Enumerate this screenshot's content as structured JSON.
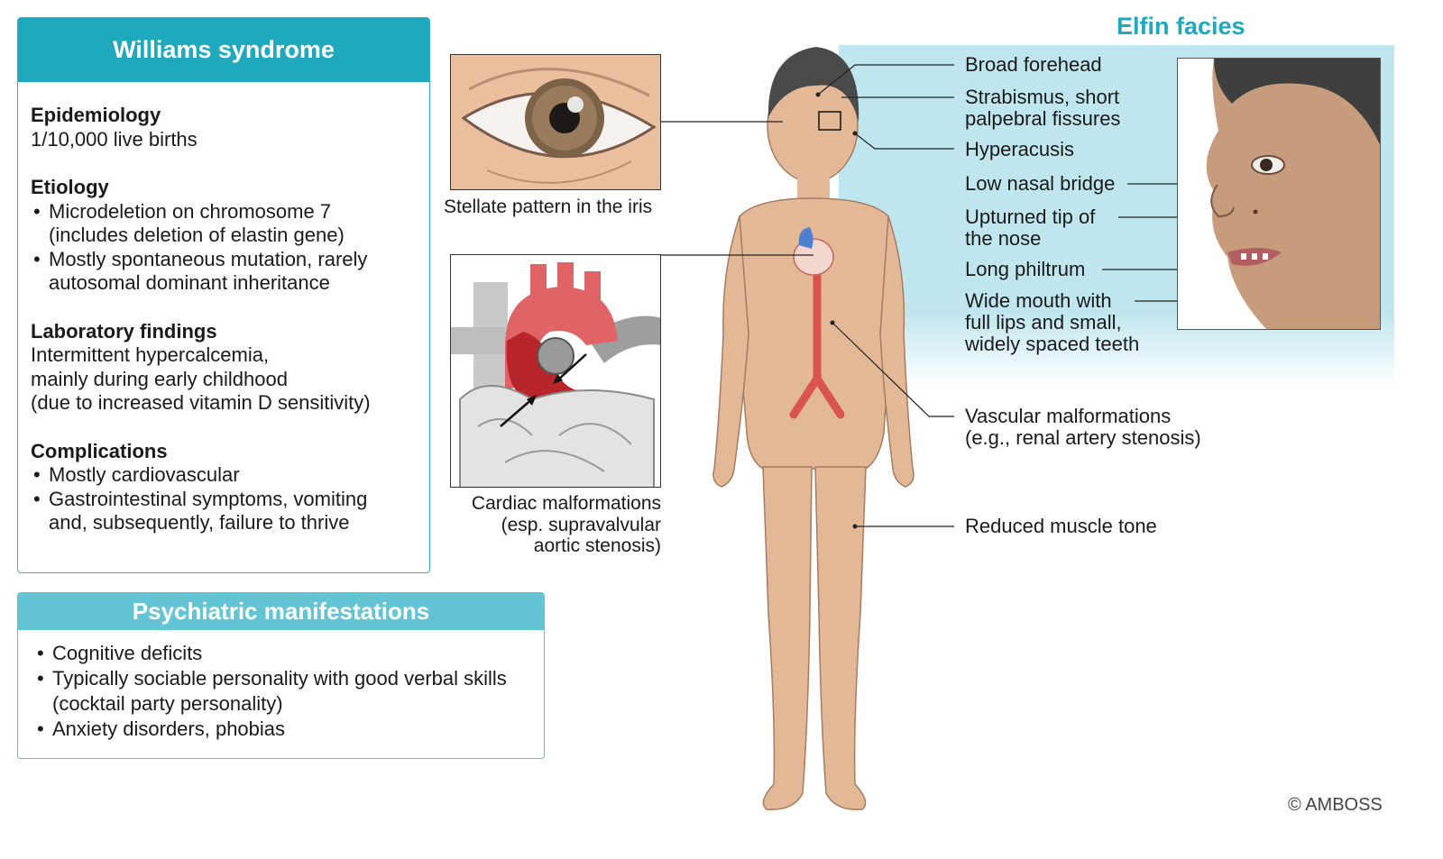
{
  "panel": {
    "title": "Williams syndrome",
    "sections": [
      {
        "heading": "Epidemiology",
        "lines": [
          "1/10,000 live births"
        ],
        "bullets": []
      },
      {
        "heading": "Etiology",
        "lines": [],
        "bullets": [
          [
            "Microdeletion on chromosome 7",
            "(includes deletion of elastin gene)"
          ],
          [
            "Mostly spontaneous mutation, rarely",
            "autosomal dominant inheritance"
          ]
        ]
      },
      {
        "heading": "Laboratory findings",
        "lines": [
          "Intermittent hypercalcemia,",
          "mainly during early childhood",
          "(due to increased vitamin D sensitivity)"
        ],
        "bullets": []
      },
      {
        "heading": "Complications",
        "lines": [],
        "bullets": [
          [
            "Mostly cardiovascular"
          ],
          [
            "Gastrointestinal symptoms, vomiting",
            "and, subsequently, failure to thrive"
          ]
        ]
      }
    ]
  },
  "psych": {
    "title": "Psychiatric manifestations",
    "bullets": [
      [
        "Cognitive deficits"
      ],
      [
        "Typically sociable personality with good verbal skills",
        "(cocktail party personality)"
      ],
      [
        "Anxiety disorders, phobias"
      ]
    ]
  },
  "eye": {
    "caption": "Stellate pattern in the iris"
  },
  "heart": {
    "caption": [
      "Cardiac malformations",
      "(esp. supravalvular",
      "aortic stenosis)"
    ]
  },
  "elfin": {
    "title": "Elfin facies",
    "labels": {
      "forehead": [
        "Broad forehead"
      ],
      "strabismus": [
        "Strabismus, short",
        "palpebral fissures"
      ],
      "hyperacusis": [
        "Hyperacusis"
      ],
      "nasal_bridge": [
        "Low nasal bridge"
      ],
      "upturned": [
        "Upturned tip of",
        "the nose"
      ],
      "philtrum": [
        "Long philtrum"
      ],
      "mouth": [
        "Wide mouth with",
        "full lips and small,",
        "widely spaced teeth"
      ]
    }
  },
  "body_labels": {
    "vascular": [
      "Vascular malformations",
      "(e.g., renal artery stenosis)"
    ],
    "muscle": [
      "Reduced muscle tone"
    ]
  },
  "copyright": "© AMBOSS",
  "colors": {
    "teal": "#1ea9bd",
    "teal_light": "#63c5d3",
    "skin": "#e3b896",
    "artery": "#d9534f",
    "panel_bg": "#bfe6ee"
  }
}
